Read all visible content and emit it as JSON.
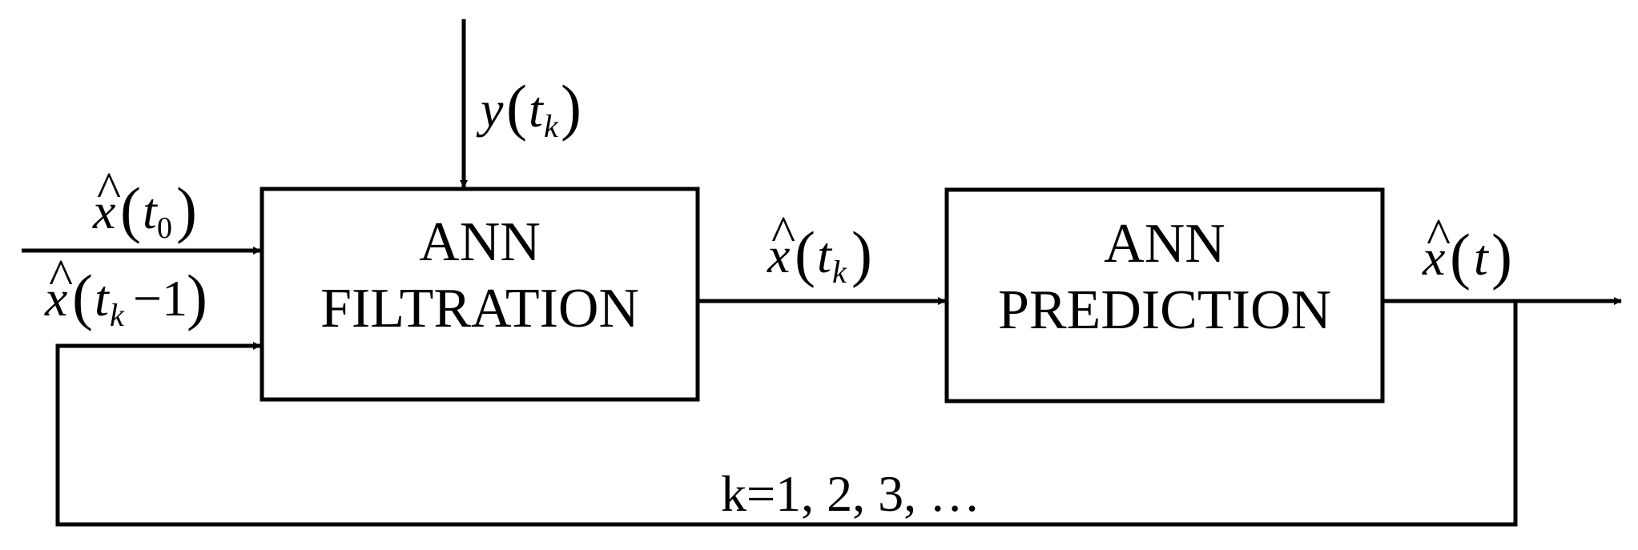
{
  "blocks": {
    "filtration": {
      "line1": "ANN",
      "line2": "FILTRATION"
    },
    "prediction": {
      "line1": "ANN",
      "line2": "PREDICTION"
    }
  },
  "signals": {
    "measurement": {
      "base": "y",
      "sub": "k"
    },
    "initial_estimate": {
      "base": "x",
      "sub": "0"
    },
    "previous_estimate": {
      "base": "x",
      "sub": "k",
      "offset": "−1"
    },
    "filtered_estimate": {
      "base": "x",
      "sub": "k"
    },
    "output": {
      "base": "x",
      "var": "t"
    }
  },
  "loop_label": "k=1, 2, 3, …"
}
